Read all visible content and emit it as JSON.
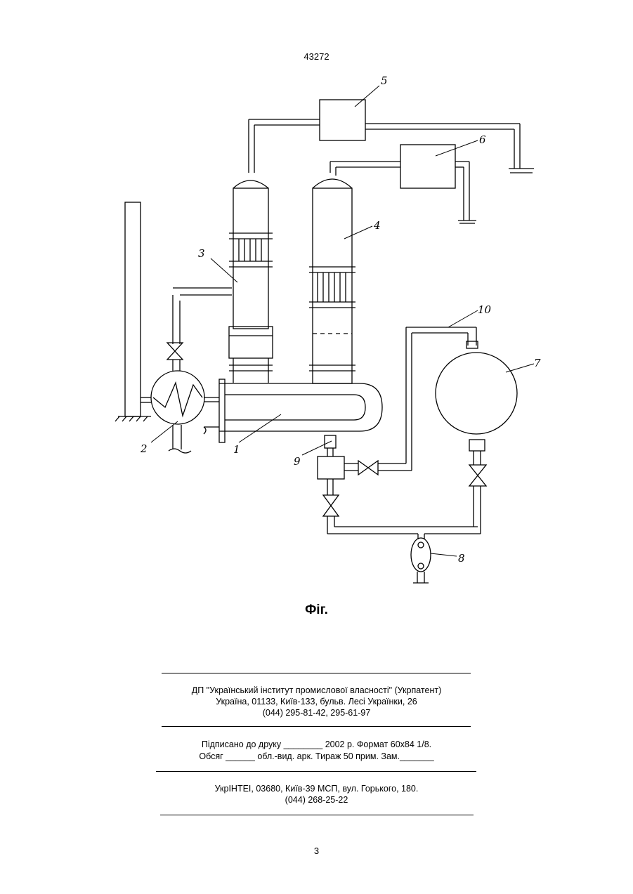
{
  "header": {
    "patent_number": "43272"
  },
  "figure": {
    "caption": "Фіг.",
    "labels": {
      "l1": "1",
      "l2": "2",
      "l3": "3",
      "l4": "4",
      "l5": "5",
      "l6": "6",
      "l7": "7",
      "l8": "8",
      "l9": "9",
      "l10": "10"
    }
  },
  "footer": {
    "publisher": {
      "line1": "ДП \"Український інститут промислової власності\" (Укрпатент)",
      "line2": "Україна, 01133, Київ-133, бульв. Лесі Українки, 26",
      "line3": "(044) 295-81-42, 295-61-97"
    },
    "print": {
      "line1": "Підписано до друку ________ 2002 р.    Формат 60х84 1/8.",
      "line2": "Обсяг ______ обл.-вид. арк.   Тираж 50 прим.    Зам._______"
    },
    "printer": {
      "line1": "УкрІНТЕІ, 03680, Київ-39 МСП, вул. Горького, 180.",
      "line2": "(044) 268-25-22"
    }
  },
  "page_number": "3"
}
